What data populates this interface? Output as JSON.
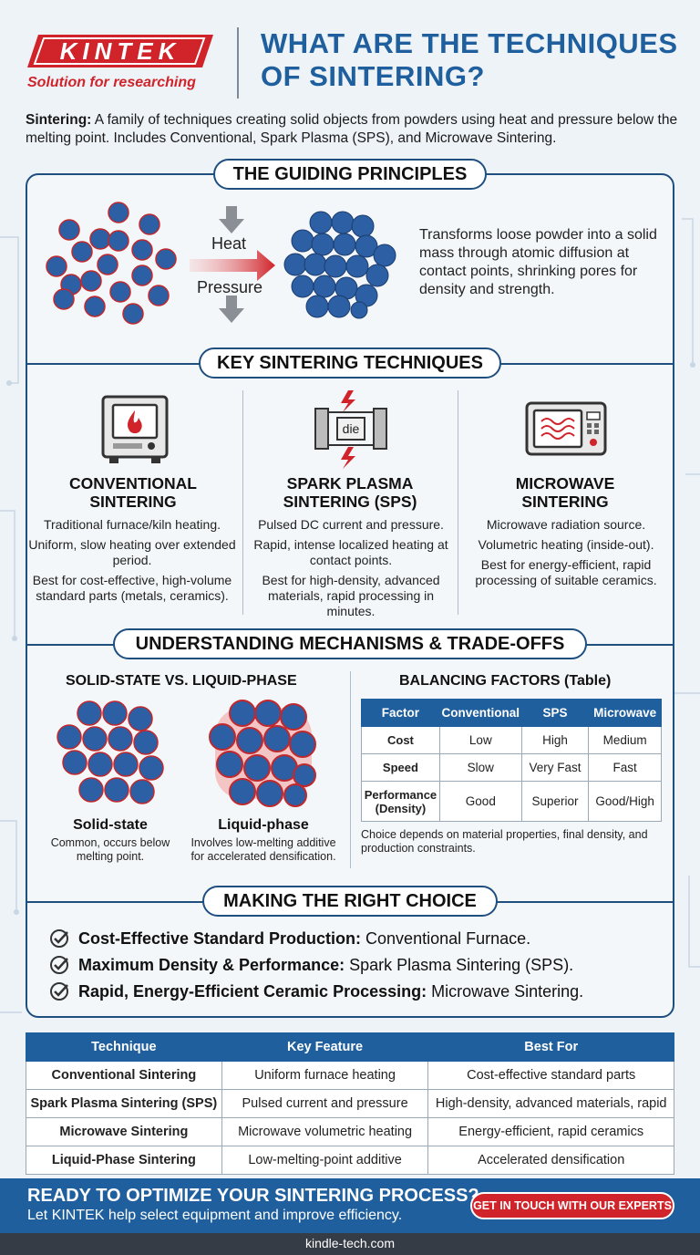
{
  "header": {
    "logo_text": "KINTEK",
    "logo_tagline": "Solution for researching",
    "title": "WHAT ARE THE TECHNIQUES OF SINTERING?"
  },
  "intro": {
    "term": "Sintering:",
    "text": " A family of techniques creating solid objects from powders using heat and pressure below the melting point. Includes Conventional, Spark Plasma (SPS), and Microwave Sintering."
  },
  "principles": {
    "heading": "THE GUIDING PRINCIPLES",
    "heat_label": "Heat",
    "pressure_label": "Pressure",
    "description": "Transforms loose powder into a solid mass through atomic diffusion at contact points, shrinking pores for density and strength."
  },
  "techniques": {
    "heading": "KEY SINTERING TECHNIQUES",
    "die_label": "die",
    "items": [
      {
        "title_l1": "CONVENTIONAL",
        "title_l2": "SINTERING",
        "d1": "Traditional furnace/kiln heating.",
        "d2": "Uniform, slow heating over extended period.",
        "d3": "Best for cost-effective, high-volume standard parts (metals, ceramics)."
      },
      {
        "title_l1": "SPARK PLASMA",
        "title_l2": "SINTERING (SPS)",
        "d1": "Pulsed DC current and pressure.",
        "d2": "Rapid, intense localized heating at contact points.",
        "d3": "Best for high-density, advanced materials, rapid processing in minutes."
      },
      {
        "title_l1": "MICROWAVE",
        "title_l2": "SINTERING",
        "d1": "Microwave radiation source.",
        "d2": "Volumetric heating (inside-out).",
        "d3": "Best for energy-efficient, rapid processing of suitable ceramics."
      }
    ]
  },
  "mechanisms": {
    "heading": "UNDERSTANDING MECHANISMS & TRADE-OFFS",
    "left_heading": "SOLID-STATE VS. LIQUID-PHASE",
    "solid_label": "Solid-state",
    "solid_desc": "Common, occurs below melting point.",
    "liquid_label": "Liquid-phase",
    "liquid_desc": "Involves low-melting additive for accelerated densification.",
    "right_heading": "BALANCING FACTORS (Table)",
    "table": {
      "headers": [
        "Factor",
        "Conventional",
        "SPS",
        "Microwave"
      ],
      "rows": [
        [
          "Cost",
          "Low",
          "High",
          "Medium"
        ],
        [
          "Speed",
          "Slow",
          "Very Fast",
          "Fast"
        ],
        [
          "Performance (Density)",
          "Good",
          "Superior",
          "Good/High"
        ]
      ]
    },
    "note": "Choice depends on material properties, final density, and production constraints."
  },
  "choice": {
    "heading": "MAKING THE RIGHT CHOICE",
    "items": [
      {
        "bold": "Cost-Effective Standard Production:",
        "text": "Conventional Furnace."
      },
      {
        "bold": "Maximum Density & Performance:",
        "text": "Spark Plasma Sintering (SPS)."
      },
      {
        "bold": "Rapid, Energy-Efficient Ceramic Processing:",
        "text": "Microwave Sintering."
      }
    ]
  },
  "summary_table": {
    "headers": [
      "Technique",
      "Key Feature",
      "Best For"
    ],
    "rows": [
      [
        "Conventional Sintering",
        "Uniform furnace heating",
        "Cost-effective standard parts"
      ],
      [
        "Spark Plasma Sintering (SPS)",
        "Pulsed current and pressure",
        "High-density, advanced materials, rapid"
      ],
      [
        "Microwave Sintering",
        "Microwave volumetric heating",
        "Energy-efficient, rapid ceramics"
      ],
      [
        "Liquid-Phase Sintering",
        "Low-melting-point additive",
        "Accelerated densification"
      ]
    ]
  },
  "cta": {
    "title": "READY TO OPTIMIZE YOUR SINTERING PROCESS?",
    "subtitle": "Let KINTEK help select equipment and improve efficiency.",
    "button": "GET IN TOUCH WITH OUR EXPERTS"
  },
  "footer": {
    "url": "kindle-tech.com"
  },
  "colors": {
    "brand_red": "#d0232a",
    "brand_blue": "#1f5f9e",
    "particle_blue": "#2c5fa3",
    "navy": "#1f4f7f"
  }
}
